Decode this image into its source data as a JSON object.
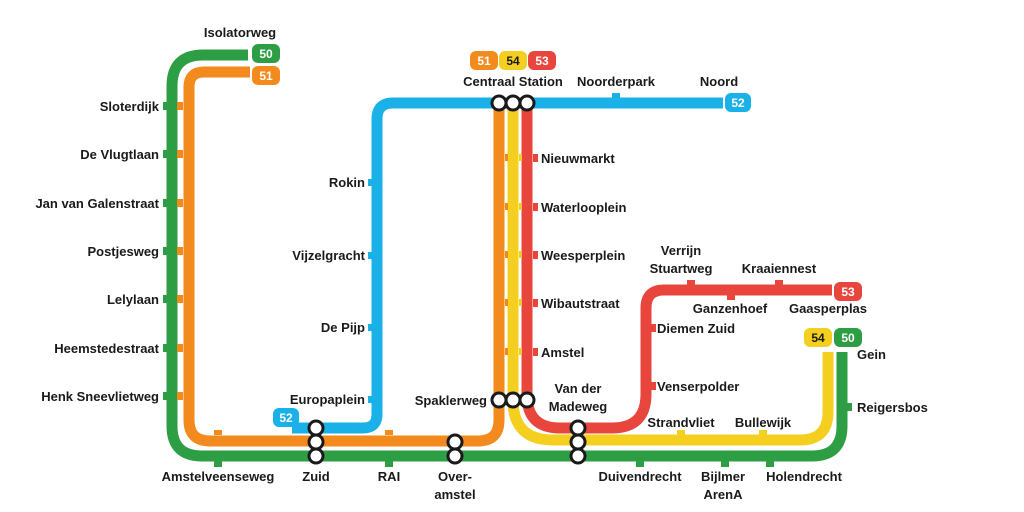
{
  "colors": {
    "line_50": "#2e9e44",
    "line_51": "#f28a1e",
    "line_52": "#1ab0e8",
    "line_53": "#e8453c",
    "line_54": "#f5cf1f",
    "text": "#1a1a1a"
  },
  "lines": [
    {
      "number": "50",
      "color": "#2e9e44"
    },
    {
      "number": "51",
      "color": "#f28a1e"
    },
    {
      "number": "52",
      "color": "#1ab0e8"
    },
    {
      "number": "53",
      "color": "#e8453c"
    },
    {
      "number": "54",
      "color": "#f5cf1f"
    }
  ],
  "stations": {
    "isolatorweg": "Isolatorweg",
    "sloterdijk": "Sloterdijk",
    "de_vlugtlaan": "De Vlugtlaan",
    "jan_van_galenstraat": "Jan van Galenstraat",
    "postjesweg": "Postjesweg",
    "lelylaan": "Lelylaan",
    "heemstedestraat": "Heemstedestraat",
    "henk_sneevlietweg": "Henk Sneevlietweg",
    "amstelveenseweg": "Amstelveenseweg",
    "zuid": "Zuid",
    "rai": "RAI",
    "overamstel_1": "Over-",
    "overamstel_2": "amstel",
    "duivendrecht": "Duivendrecht",
    "bijlmer_1": "Bijlmer",
    "bijlmer_2": "ArenA",
    "holendrecht": "Holendrecht",
    "gein": "Gein",
    "reigersbos": "Reigersbos",
    "centraal_station": "Centraal Station",
    "noorderpark": "Noorderpark",
    "noord": "Noord",
    "rokin": "Rokin",
    "vijzelgracht": "Vijzelgracht",
    "de_pijp": "De Pijp",
    "europaplein": "Europaplein",
    "nieuwmarkt": "Nieuwmarkt",
    "waterlooplein": "Waterlooplein",
    "weesperplein": "Weesperplein",
    "wibautstraat": "Wibautstraat",
    "amstel": "Amstel",
    "spaklerweg": "Spaklerweg",
    "van_der_madeweg_1": "Van der",
    "van_der_madeweg_2": "Madeweg",
    "verrijn_stuartweg_1": "Verrijn",
    "verrijn_stuartweg_2": "Stuartweg",
    "kraaiennest": "Kraaiennest",
    "ganzenhoef": "Ganzenhoef",
    "gaasperplas": "Gaasperplas",
    "diemen_zuid": "Diemen Zuid",
    "venserpolder": "Venserpolder",
    "strandvliet": "Strandvliet",
    "bullewijk": "Bullewijk"
  }
}
